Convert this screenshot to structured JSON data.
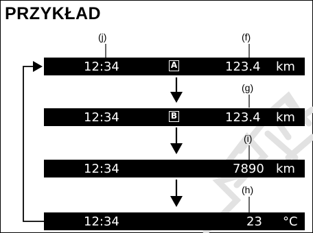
{
  "title": "PRZYKŁAD",
  "labels": {
    "j": "(j)",
    "f": "(f)",
    "g": "(g)",
    "i": "(i)",
    "h": "(h)"
  },
  "rows": [
    {
      "time": "12:34",
      "badge": "A",
      "value": "123.4",
      "unit": "km"
    },
    {
      "time": "12:34",
      "badge": "B",
      "value": "123.4",
      "unit": "km"
    },
    {
      "time": "12:34",
      "badge": "",
      "value": "7890",
      "unit": "km"
    },
    {
      "time": "12:34",
      "badge": "",
      "value": "23",
      "unit": "°C"
    }
  ],
  "colors": {
    "bar": "#000000",
    "text": "#ffffff",
    "watermark": "#e6e6e6"
  }
}
